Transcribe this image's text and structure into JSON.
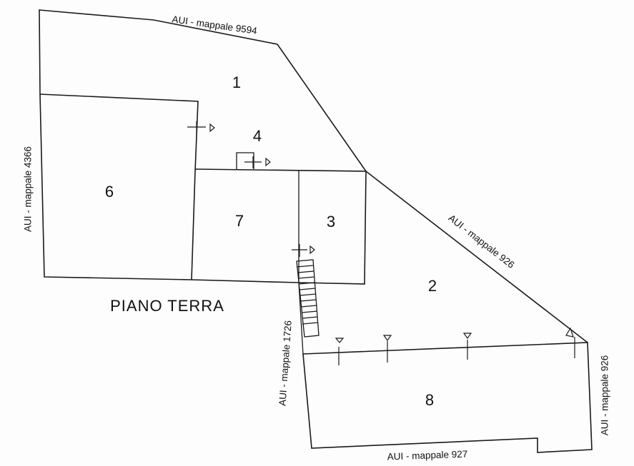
{
  "floor_label": "PIANO TERRA",
  "rooms": {
    "r1": "1",
    "r2": "2",
    "r3": "3",
    "r4": "4",
    "r6": "6",
    "r7": "7",
    "r8": "8"
  },
  "boundaries": {
    "north": "AUI - mappale 9594",
    "west": "AUI - mappale 4366",
    "northeast": "AUI - mappale 926",
    "east": "AUI - mappale 926",
    "southwest": "AUI - mappale 1726",
    "south": "AUI - mappale 927"
  },
  "colors": {
    "ink": "#1a1a1a",
    "paper": "#fdfdfd"
  }
}
